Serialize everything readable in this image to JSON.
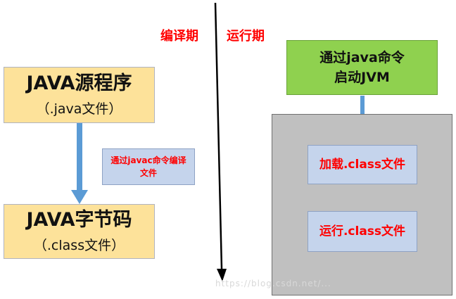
{
  "phases": {
    "compile": "编译期",
    "runtime": "运行期"
  },
  "source_box": {
    "title": "JAVA源程序",
    "subtitle": "（.java文件）"
  },
  "compile_step": {
    "label": "通过javac命令编译文件"
  },
  "bytecode_box": {
    "title": "JAVA字节码",
    "subtitle": "（.class文件）"
  },
  "jvm_box": {
    "line1": "通过java命令",
    "line2": "启动JVM"
  },
  "load_box": {
    "label": "加载.class文件"
  },
  "run_box": {
    "label": "运行.class文件"
  },
  "watermark": {
    "text": "https://blog.csdn.net/..."
  },
  "colors": {
    "source_fill": "#fde29a",
    "step_fill": "#c5d4ec",
    "jvm_fill": "#8fd14f",
    "panel_fill": "#c0c0c0",
    "arrow": "#5b9bd5",
    "label_red": "#ff0000"
  }
}
